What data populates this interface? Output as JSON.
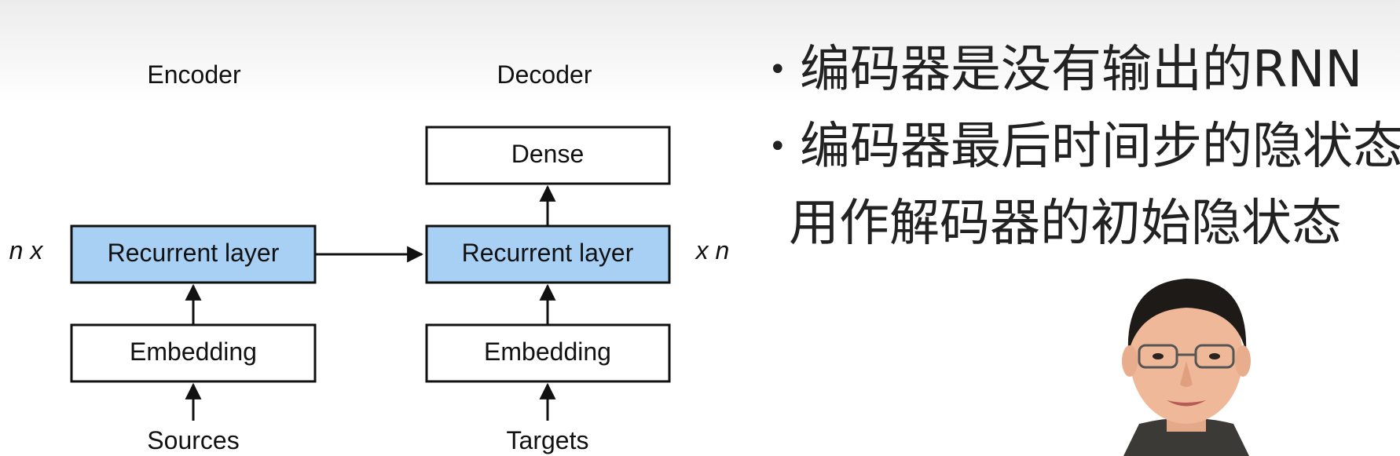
{
  "diagram": {
    "encoder_title": "Encoder",
    "decoder_title": "Decoder",
    "encoder_repeat": "n x",
    "decoder_repeat": "x n",
    "encoder_recurrent": "Recurrent layer",
    "encoder_embedding": "Embedding",
    "encoder_input": "Sources",
    "decoder_dense": "Dense",
    "decoder_recurrent": "Recurrent layer",
    "decoder_embedding": "Embedding",
    "decoder_input": "Targets",
    "colors": {
      "recurrent_fill": "#a8d0f5",
      "box_fill": "#ffffff",
      "stroke": "#111111"
    }
  },
  "bullets": [
    {
      "bullet": "•",
      "lines": [
        "编码器是没有输出的RNN"
      ]
    },
    {
      "bullet": "•",
      "lines": [
        "编码器最后时间步的隐状态",
        "用作解码器的初始隐状态"
      ]
    }
  ],
  "presenter": {
    "icon": "presenter-photo"
  }
}
